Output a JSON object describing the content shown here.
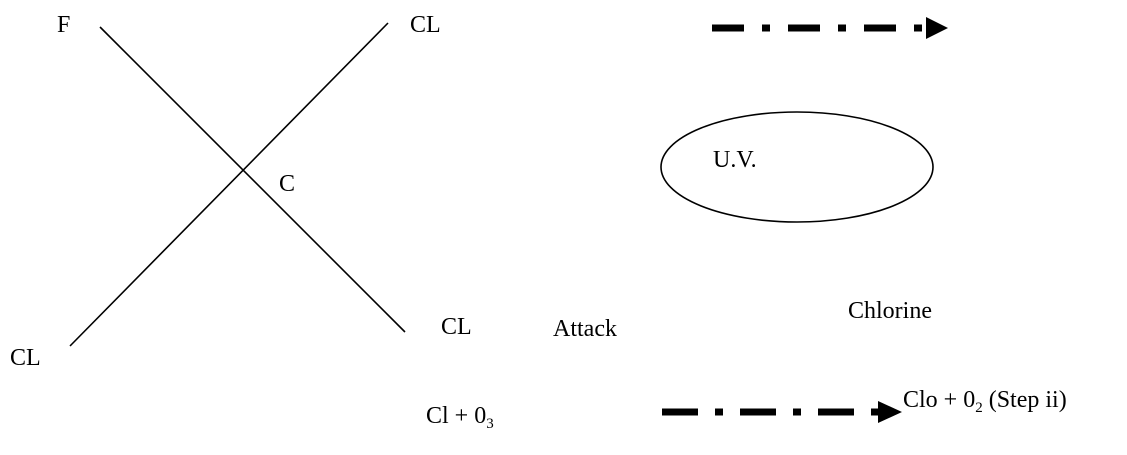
{
  "molecule": {
    "atom_f": "F",
    "atom_cl_top_right": "CL",
    "atom_c": "C",
    "atom_cl_bottom_right": "CL",
    "atom_cl_bottom_left": "CL"
  },
  "uv_label": "U.V.",
  "attack_label": "Attack",
  "chlorine_label": "Chlorine",
  "reaction": {
    "reactant_main": "Cl + 0",
    "reactant_sub": "3",
    "product_main": "Clo + 0",
    "product_sub": "2",
    "product_note": " (Step ii)"
  },
  "colors": {
    "ink": "#000000",
    "background": "#ffffff"
  }
}
